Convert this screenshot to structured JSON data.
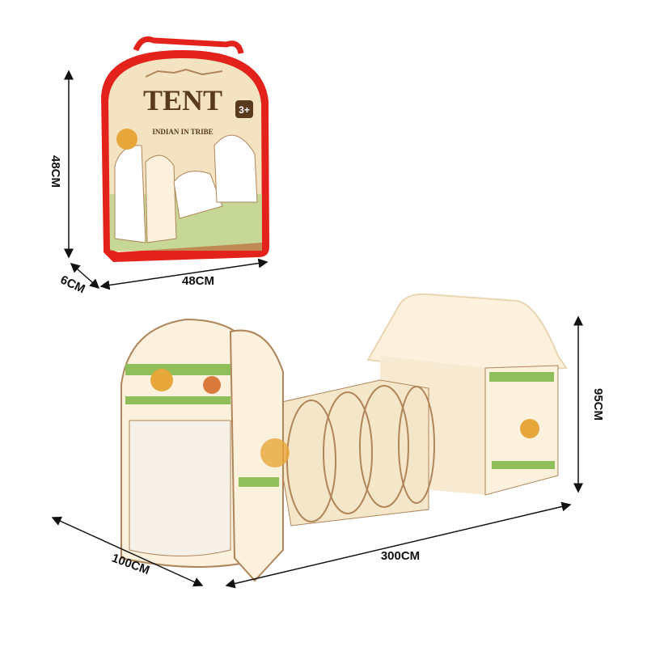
{
  "package": {
    "title": "TENT",
    "subtitle": "INDIAN IN TRIBE",
    "age_badge": "3+"
  },
  "dimensions": {
    "bag_height": "48CM",
    "bag_width": "48CM",
    "bag_depth": "6CM",
    "tent_depth": "100CM",
    "tent_length": "300CM",
    "tent_height": "95CM"
  },
  "colors": {
    "bag_red": "#e3231b",
    "fabric": "#fbf1dc",
    "trim": "#b0855a",
    "green": "#8fbf5a"
  }
}
